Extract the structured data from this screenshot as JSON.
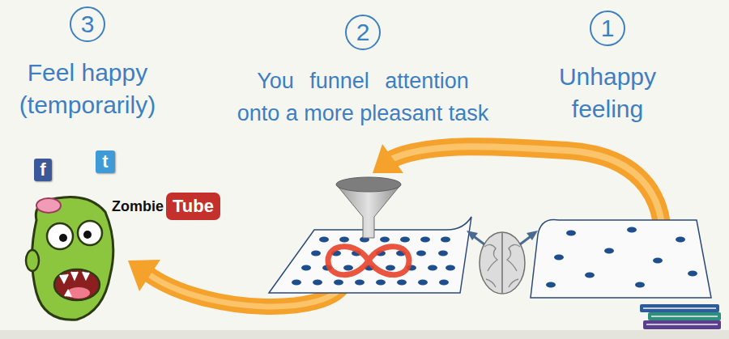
{
  "diagram": {
    "nodes": [
      {
        "text": [
          "3",
          "Feel happy (temporarily)"
        ]
      },
      {
        "text": [
          "2",
          "You funnel attention onto a more pleasant task"
        ]
      },
      {
        "text": [
          "1",
          "Unhappy feeling"
        ]
      },
      {
        "text": [
          "f"
        ]
      },
      {
        "text": [
          "t"
        ]
      },
      {
        "text": [
          "Tube"
        ]
      }
    ],
    "labels": [
      "Zombie"
    ]
  }
}
